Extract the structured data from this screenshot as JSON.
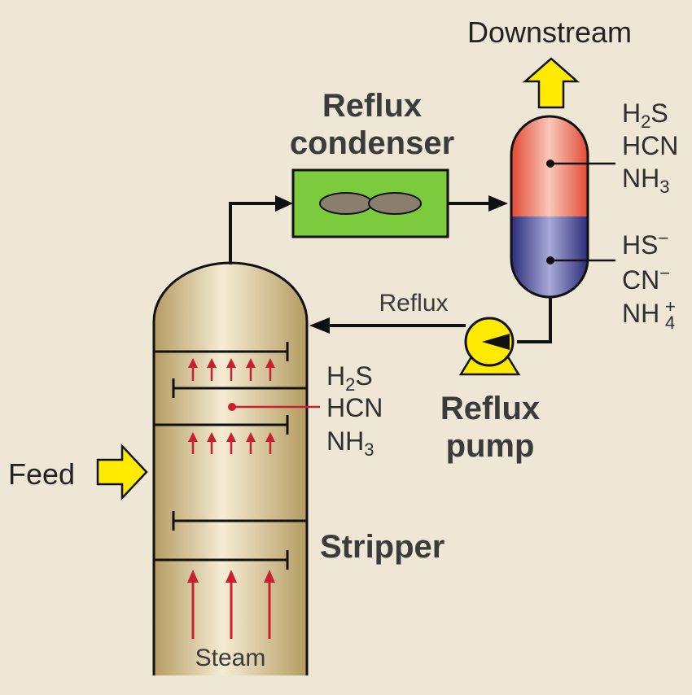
{
  "labels": {
    "downstream": "Downstream",
    "reflux_condenser_line1": "Reflux",
    "reflux_condenser_line2": "condenser",
    "reflux": "Reflux",
    "reflux_pump_line1": "Reflux",
    "reflux_pump_line2": "pump",
    "feed": "Feed",
    "stripper": "Stripper",
    "steam": "Steam"
  },
  "drum_gas": {
    "h2s": {
      "base": "H",
      "sub": "2",
      "tail": "S"
    },
    "hcn": "HCN",
    "nh3": {
      "base": "NH",
      "sub": "3"
    }
  },
  "drum_ions": {
    "hs": {
      "base": "HS",
      "sup": "−"
    },
    "cn": {
      "base": "CN",
      "sup": "−"
    },
    "nh4": {
      "base": "NH",
      "sup": "+",
      "sub": "4"
    }
  },
  "tray_species": {
    "h2s": {
      "base": "H",
      "sub": "2",
      "tail": "S"
    },
    "hcn": "HCN",
    "nh3": {
      "base": "NH",
      "sub": "3"
    }
  },
  "colors": {
    "background": "#efe7d6",
    "column": "#d6c393",
    "condenser": "#7ccb3c",
    "drum_top": "#ef6a52",
    "drum_bottom": "#3e3f8a",
    "arrow_yellow": "#ffea00",
    "steam_arrow": "#c8202e",
    "line": "#111111"
  }
}
